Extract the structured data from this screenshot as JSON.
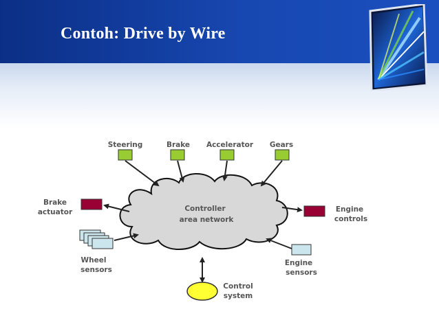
{
  "slide": {
    "title": "Contoh: Drive by Wire"
  },
  "diagram": {
    "nodes": {
      "steering": "Steering",
      "brake": "Brake",
      "accelerator": "Accelerator",
      "gears": "Gears",
      "can_line1": "Controller",
      "can_line2": "area network",
      "brake_actuator_line1": "Brake",
      "brake_actuator_line2": "actuator",
      "engine_controls_line1": "Engine",
      "engine_controls_line2": "controls",
      "wheel_sensors_line1": "Wheel",
      "wheel_sensors_line2": "sensors",
      "engine_sensors_line1": "Engine",
      "engine_sensors_line2": "sensors",
      "control_system_line1": "Control",
      "control_system_line2": "system"
    },
    "colors": {
      "input_box": "#99cc33",
      "actuator_box": "#990033",
      "sensor_box": "#cce6ee",
      "control_ellipse": "#ffff33",
      "cloud": "#d8d8d8"
    }
  }
}
